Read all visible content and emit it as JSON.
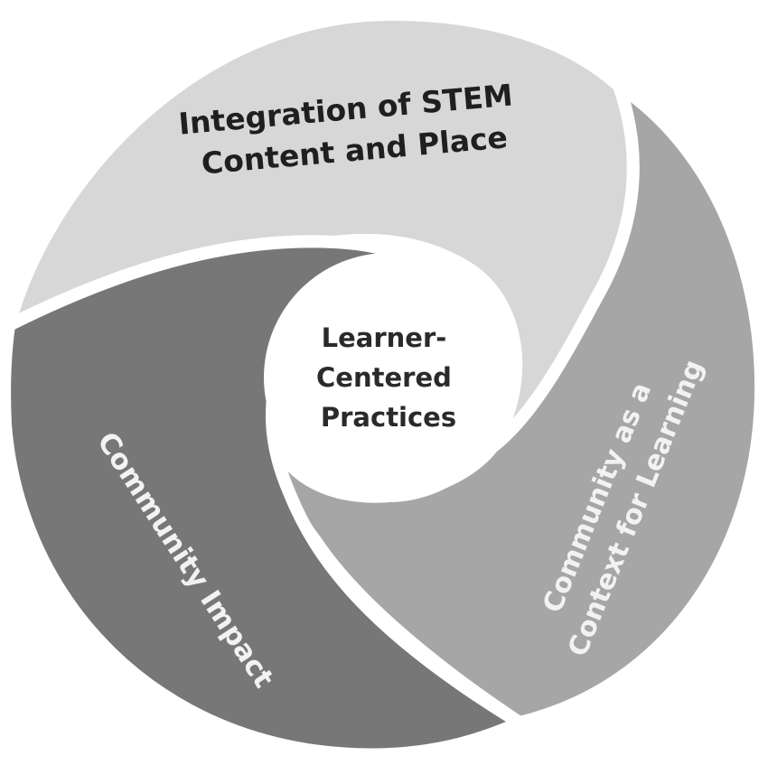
{
  "center": {
    "lines": [
      "Learner-",
      "Centered",
      "Practices"
    ]
  },
  "segments": [
    {
      "lines": [
        "Integration of STEM",
        "Content and Place"
      ],
      "fill": "#d7d7d7",
      "text_color": "#1f1f1f"
    },
    {
      "lines": [
        "Community as a",
        "Context for Learning"
      ],
      "fill": "#a6a6a6",
      "text_color": "#f2f2f2"
    },
    {
      "lines": [
        "Community Impact"
      ],
      "fill": "#777777",
      "text_color": "#f2f2f2"
    }
  ],
  "colors": {
    "background": "#ffffff",
    "center_fill": "#ffffff",
    "separator": "#ffffff"
  }
}
